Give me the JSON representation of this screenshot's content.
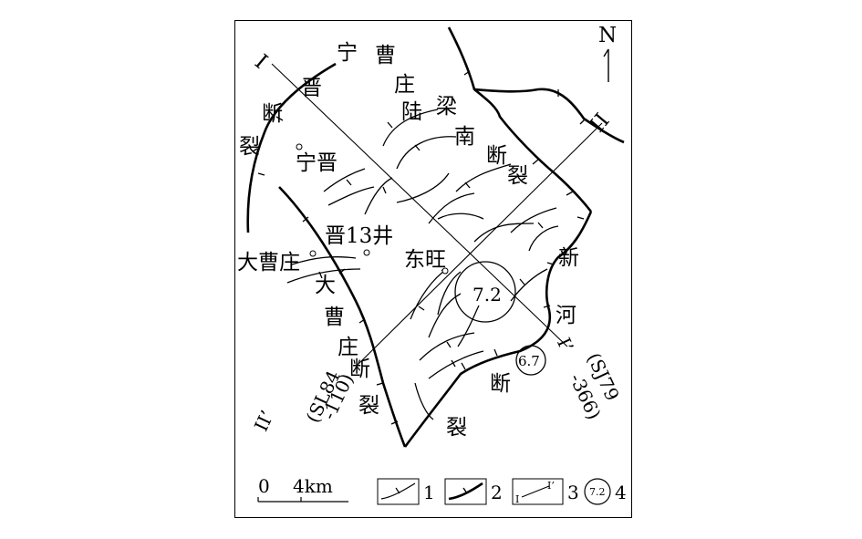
{
  "north": "N",
  "labels": {
    "ningjin_fault": [
      "宁",
      "晋",
      "断",
      "裂"
    ],
    "caozhuang": [
      "曹",
      "庄"
    ],
    "luliang_fault": [
      "陆",
      "梁",
      "南",
      "断",
      "裂"
    ],
    "ningjin_town": "宁晋",
    "well": "晋13井",
    "dacaozhuang_town": "大曹庄",
    "dacaozhuang_fault": [
      "大",
      "曹",
      "庄",
      "断",
      "裂"
    ],
    "dongwang": "东旺",
    "xinhe_fault": [
      "新",
      "河",
      "断",
      "裂"
    ]
  },
  "epicenters": [
    {
      "magnitude": "7.2"
    },
    {
      "magnitude": "6.7"
    }
  ],
  "profiles": {
    "p1_start": "I",
    "p1_end": "I’",
    "p1_code": "(SJ79-366)",
    "p1_code_a": "(SJ79",
    "p1_code_b": "-366)",
    "p2_start": "II",
    "p2_end": "II’",
    "p2_code_a": "(SL84",
    "p2_code_b": "-110)"
  },
  "scale": {
    "zero": "0",
    "distance": "4km"
  },
  "legend": [
    {
      "number": "1"
    },
    {
      "number": "2"
    },
    {
      "number": "3",
      "symbol_a": "I",
      "symbol_b": "I’"
    },
    {
      "number": "4",
      "symbol": "7.2"
    }
  ]
}
